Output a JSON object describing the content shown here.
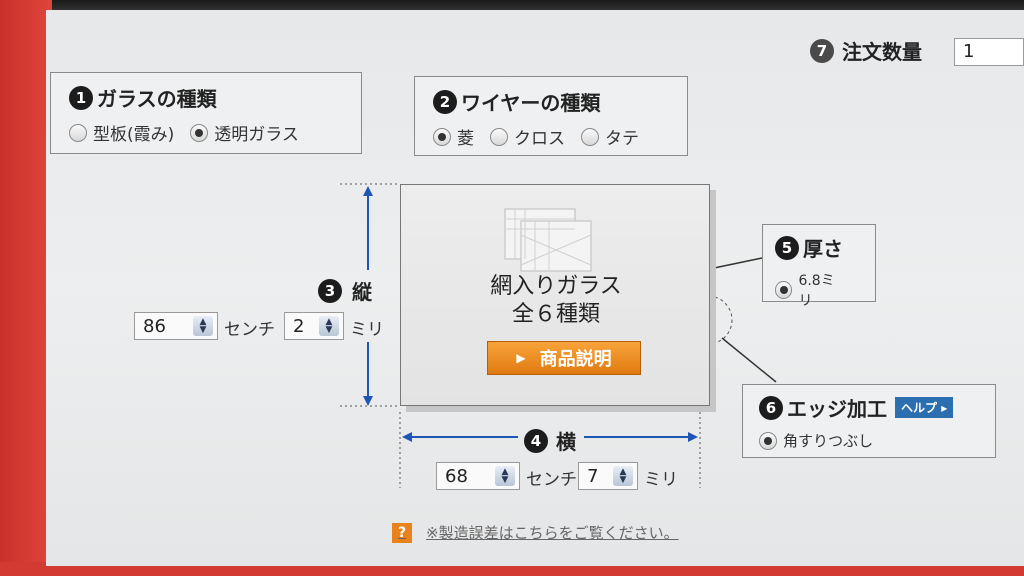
{
  "order": {
    "label": "注文数量",
    "num": "7",
    "value": "1"
  },
  "glass_type": {
    "num": "1",
    "title": "ガラスの種類",
    "options": [
      "型板(霞み)",
      "透明ガラス"
    ],
    "selected": 1
  },
  "wire_type": {
    "num": "2",
    "title": "ワイヤーの種類",
    "options": [
      "菱",
      "クロス",
      "タテ"
    ],
    "selected": 0
  },
  "height": {
    "num": "3",
    "label": "縦",
    "cm": "86",
    "mm": "2",
    "cm_unit": "センチ",
    "mm_unit": "ミリ"
  },
  "width": {
    "num": "4",
    "label": "横",
    "cm": "68",
    "mm": "7",
    "cm_unit": "センチ",
    "mm_unit": "ミリ"
  },
  "thickness": {
    "num": "5",
    "title": "厚さ",
    "option": "6.8ミリ"
  },
  "edge": {
    "num": "6",
    "title": "エッジ加工",
    "help": "ヘルプ",
    "option": "角すりつぶし"
  },
  "glass_panel": {
    "line1": "網入りガラス",
    "line2": "全６種類",
    "button": "商品説明"
  },
  "note": {
    "text": "※製造誤差はこちらをご覧ください。"
  },
  "colors": {
    "accent_orange": "#e8821a",
    "dim_blue": "#1f55b5",
    "help_blue": "#2b6fb0"
  }
}
